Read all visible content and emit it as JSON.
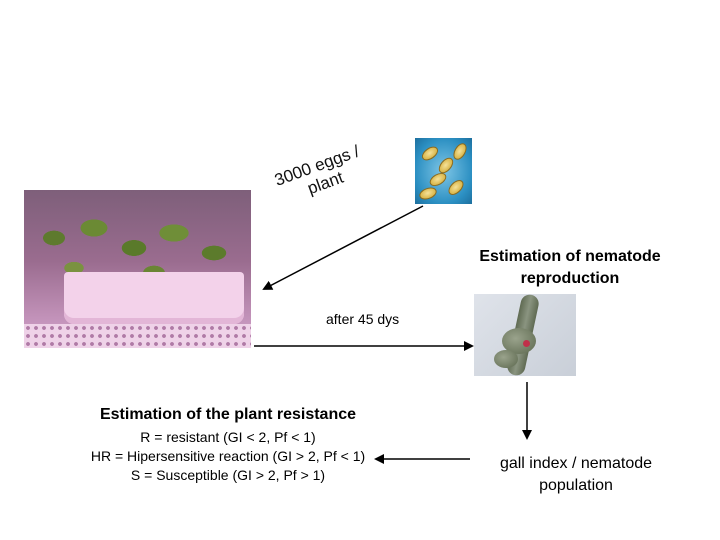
{
  "inoculation": {
    "eggs_line1": "3000 eggs /",
    "eggs_line2": "plant"
  },
  "reproduction": {
    "title": "Estimation of nematode reproduction"
  },
  "timing": {
    "label": "after 45 dys"
  },
  "resistance": {
    "title": "Estimation of the plant resistance",
    "criteria": [
      "R = resistant (GI < 2, Pf < 1)",
      "HR = Hipersensitive reaction (GI > 2, Pf < 1)",
      "S = Susceptible (GI > 2, Pf > 1)"
    ]
  },
  "measurement": {
    "label": "gall index / nematode population"
  },
  "colors": {
    "arrow": "#000000",
    "background": "#ffffff"
  }
}
